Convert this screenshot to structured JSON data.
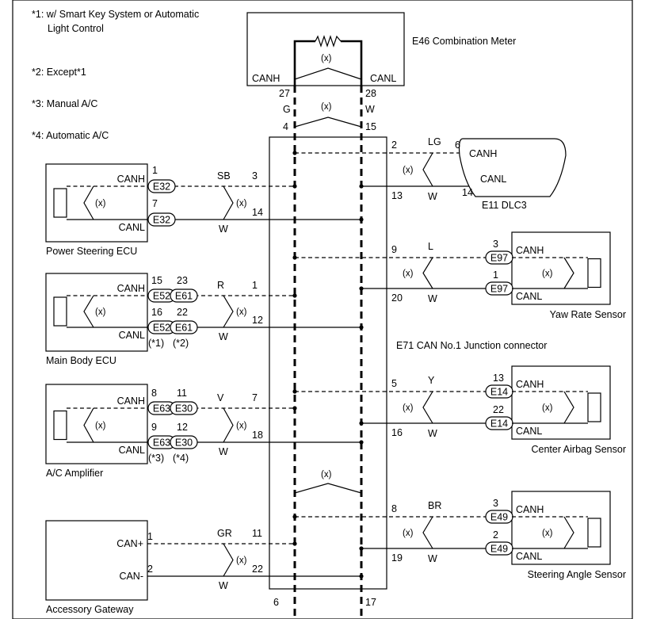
{
  "notes": [
    {
      "key": "*1:",
      "text": "w/ Smart Key System or Automatic",
      "text2": "Light Control"
    },
    {
      "key": "*2:",
      "text": "Except*1"
    },
    {
      "key": "*3:",
      "text": "Manual A/C"
    },
    {
      "key": "*4:",
      "text": "Automatic A/C"
    }
  ],
  "meter": {
    "name": "E46 Combination Meter",
    "canh": "CANH",
    "canl": "CANL",
    "pin_h": "27",
    "pin_l": "28",
    "color_h": "G",
    "color_l": "W",
    "x": "(x)"
  },
  "junction": {
    "name": "E71",
    "desc": "CAN No.1 Junction connector",
    "pin_top_h": "4",
    "pin_top_l": "15",
    "pin_bot_h": "6",
    "pin_bot_l": "17",
    "x": "(x)"
  },
  "twist": "(x)",
  "left": [
    {
      "name": "Power Steering ECU",
      "canh": "CANH",
      "canl": "CANL",
      "pin_h": "1",
      "pin_l": "7",
      "conn_h": "E32",
      "conn_l": "E32",
      "color_h": "SB",
      "color_l": "W",
      "jpin_h": "3",
      "jpin_l": "14"
    },
    {
      "name": "Main Body ECU",
      "canh": "CANH",
      "canl": "CANL",
      "pin_h": "15",
      "pin_h2": "23",
      "pin_l": "16",
      "pin_l2": "22",
      "conn_a": "E52",
      "conn_b": "E61",
      "note_a": "(*1)",
      "note_b": "(*2)",
      "color_h": "R",
      "color_l": "W",
      "jpin_h": "1",
      "jpin_l": "12"
    },
    {
      "name": "A/C Amplifier",
      "canh": "CANH",
      "canl": "CANL",
      "pin_h": "8",
      "pin_h2": "11",
      "pin_l": "9",
      "pin_l2": "12",
      "conn_a": "E63",
      "conn_b": "E30",
      "note_a": "(*3)",
      "note_b": "(*4)",
      "color_h": "V",
      "color_l": "W",
      "jpin_h": "7",
      "jpin_l": "18"
    },
    {
      "name": "Accessory Gateway",
      "canh": "CAN+",
      "canl": "CAN-",
      "pin_h": "1",
      "pin_l": "2",
      "color_h": "GR",
      "color_l": "W",
      "jpin_h": "11",
      "jpin_l": "22"
    }
  ],
  "right": [
    {
      "name": "E11 DLC3",
      "canh": "CANH",
      "canl": "CANL",
      "pin_h": "6",
      "pin_l": "14",
      "color_h": "LG",
      "color_l": "W",
      "jpin_h": "2",
      "jpin_l": "13"
    },
    {
      "name": "Yaw Rate Sensor",
      "canh": "CANH",
      "canl": "CANL",
      "pin_h": "3",
      "pin_l": "1",
      "conn": "E97",
      "color_h": "L",
      "color_l": "W",
      "jpin_h": "9",
      "jpin_l": "20"
    },
    {
      "name": "Center Airbag Sensor",
      "canh": "CANH",
      "canl": "CANL",
      "pin_h": "13",
      "pin_l": "22",
      "conn": "E14",
      "color_h": "Y",
      "color_l": "W",
      "jpin_h": "5",
      "jpin_l": "16"
    },
    {
      "name": "Steering Angle Sensor",
      "canh": "CANH",
      "canl": "CANL",
      "pin_h": "3",
      "pin_l": "2",
      "conn": "E49",
      "color_h": "BR",
      "color_l": "W",
      "jpin_h": "8",
      "jpin_l": "19"
    }
  ]
}
